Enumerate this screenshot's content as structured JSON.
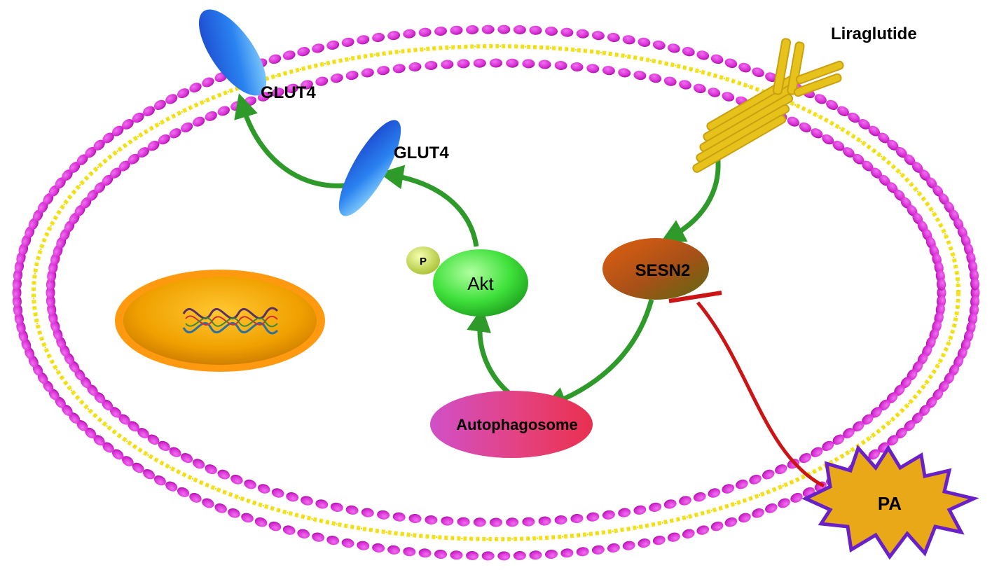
{
  "labels": {
    "liraglutide": "Liraglutide",
    "glut4_membrane": "GLUT4",
    "glut4_vesicle": "GLUT4",
    "akt": "Akt",
    "phospho": "P",
    "sesn2": "SESN2",
    "autophagosome": "Autophagosome",
    "pa": "PA"
  },
  "colors": {
    "membrane_head": "#d62bd2",
    "membrane_head_dark": "#9c129a",
    "membrane_tail": "#f2e21a",
    "activation_arrow": "#2e9a2a",
    "inhibition_line": "#cc1414",
    "glut4": "#1f6fe0",
    "akt": "#3ee03a",
    "phospho": "#c8e060",
    "sesn2": "#b85a10",
    "autophagosome": "#e0408a",
    "nucleus_fill": "#f0a000",
    "nucleus_rim": "#ff9a10",
    "receptor": "#e6c21a",
    "pa_fill": "#e8a818",
    "pa_border": "#6a20c8"
  },
  "icons": {
    "membrane": "lipid-bilayer-icon",
    "nucleus_content": "dna-helix-icon",
    "pa": "starburst-icon"
  }
}
